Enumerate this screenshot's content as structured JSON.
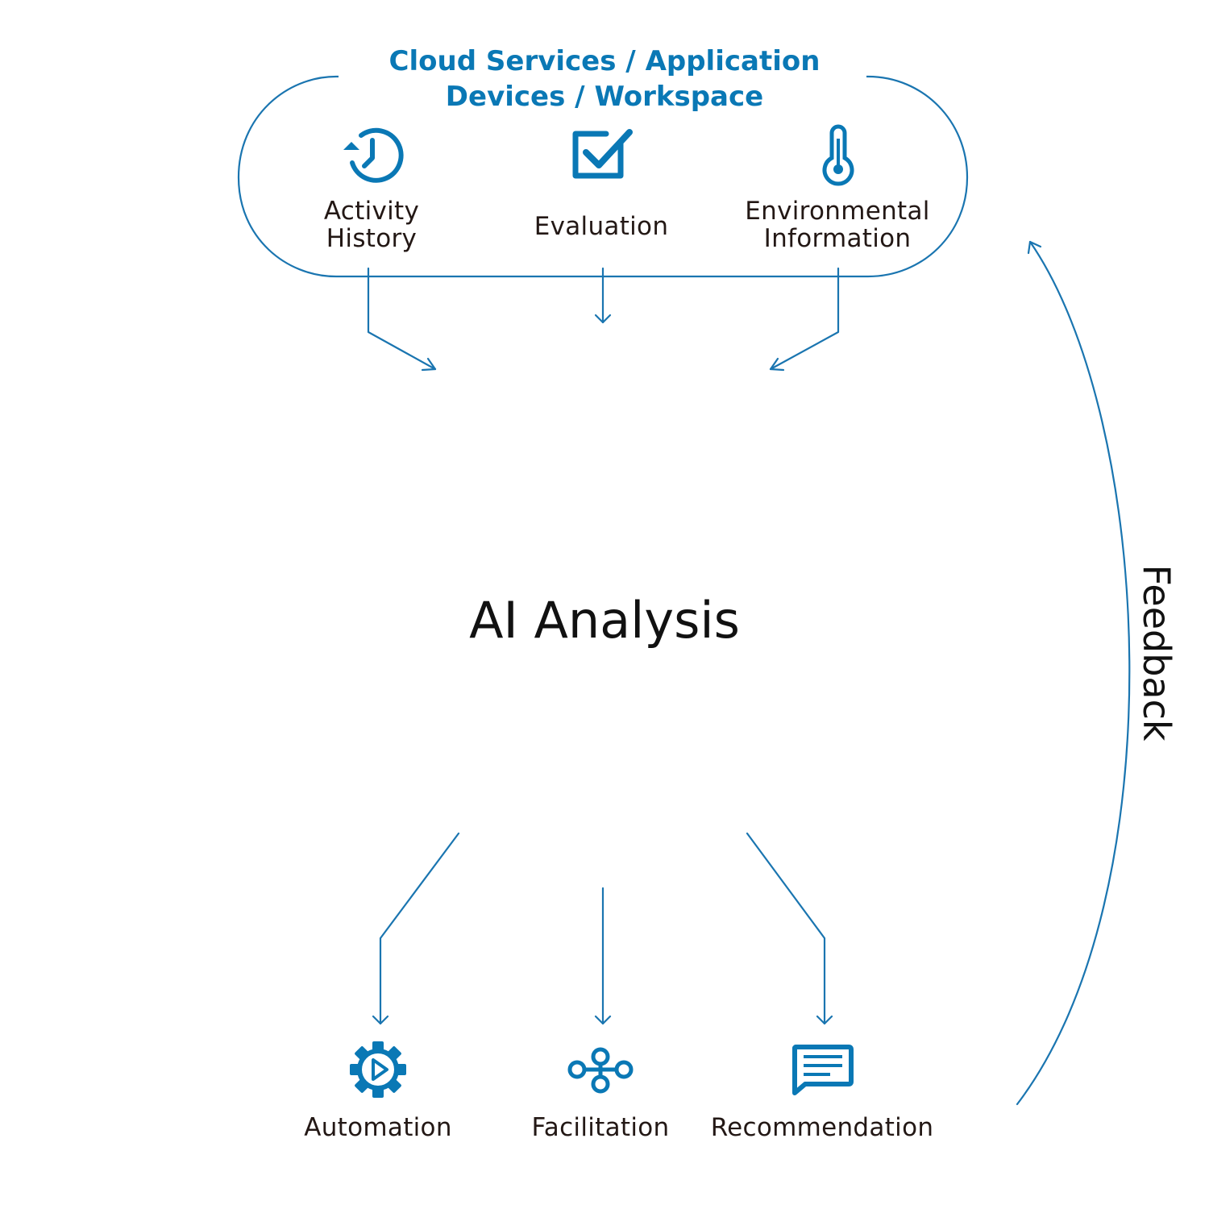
{
  "header": {
    "line1": "Cloud Services / Application",
    "line2": "Devices / Workspace"
  },
  "inputs": [
    {
      "line1": "Activity",
      "line2": "History",
      "icon": "history-clock-icon"
    },
    {
      "line1": "Evaluation",
      "icon": "checkbox-check-icon"
    },
    {
      "line1": "Environmental",
      "line2": "Information",
      "icon": "thermometer-icon"
    }
  ],
  "center": {
    "title": "AI Analysis"
  },
  "outputs": [
    {
      "label": "Automation",
      "icon": "gear-play-icon"
    },
    {
      "label": "Facilitation",
      "icon": "network-nodes-icon"
    },
    {
      "label": "Recommendation",
      "icon": "message-bubble-icon"
    }
  ],
  "feedback": {
    "label": "Feedback"
  },
  "colors": {
    "accent": "#0a78b5",
    "line": "#1a75b0",
    "text": "#231815"
  }
}
